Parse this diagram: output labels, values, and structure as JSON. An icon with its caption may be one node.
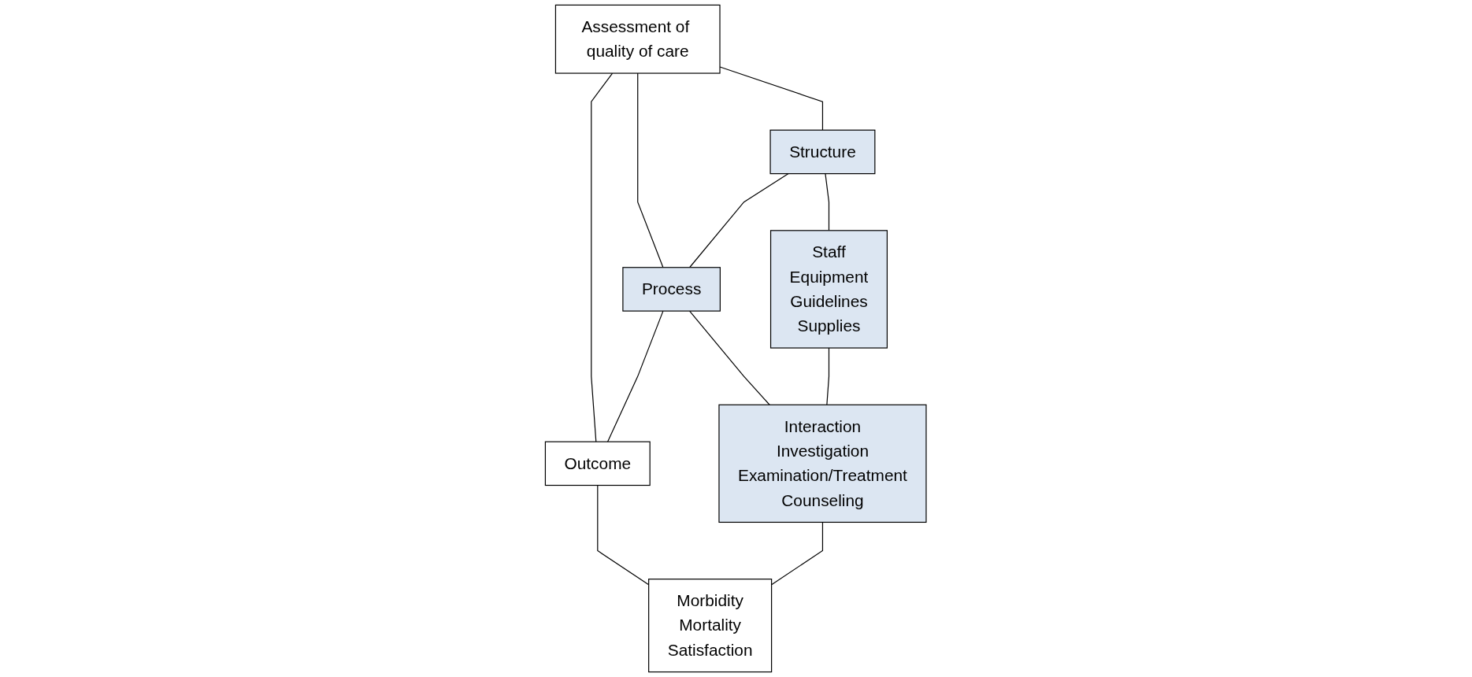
{
  "diagram": {
    "nodes": [
      {
        "text": [
          "Assessment of quality of care"
        ]
      },
      {
        "text": [
          "Structure"
        ]
      },
      {
        "text": [
          "Process"
        ]
      },
      {
        "text": [
          "Outcome"
        ]
      },
      {
        "text": [
          "Staff",
          "Equipment",
          "Guidelines",
          "Supplies"
        ]
      },
      {
        "text": [
          "Interaction",
          "Investigation",
          "Examination/Treatment",
          "Counseling"
        ]
      },
      {
        "text": [
          "Morbidity",
          "Mortality",
          "Satisfaction"
        ]
      }
    ],
    "edges": [
      {
        "from": 0,
        "to": 1,
        "arrow": "none"
      },
      {
        "from": 0,
        "to": 2,
        "arrow": "none"
      },
      {
        "from": 0,
        "to": 3,
        "arrow": "none"
      },
      {
        "from": 1,
        "to": 2,
        "arrow": "none"
      },
      {
        "from": 2,
        "to": 3,
        "arrow": "none"
      },
      {
        "from": 1,
        "to": 4,
        "arrow": "none"
      },
      {
        "from": 2,
        "to": 5,
        "arrow": "none"
      },
      {
        "from": 3,
        "to": 6,
        "arrow": "none"
      },
      {
        "from": 4,
        "to": 5,
        "arrow": "none"
      },
      {
        "from": 5,
        "to": 6,
        "arrow": "none"
      }
    ]
  }
}
